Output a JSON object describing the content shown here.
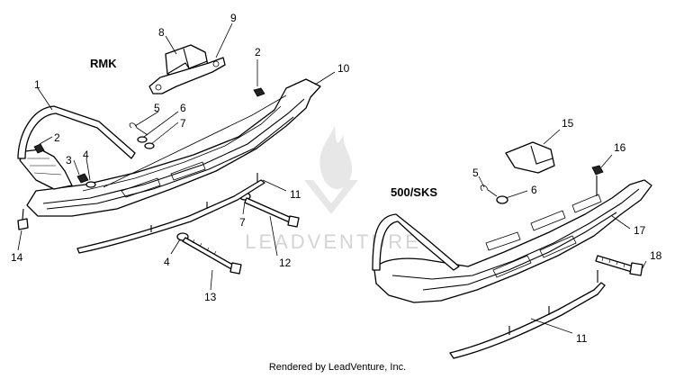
{
  "models": {
    "left": "RMK",
    "right": "500/SKS"
  },
  "callouts": {
    "left": [
      "1",
      "2",
      "2",
      "3",
      "4",
      "4",
      "5",
      "6",
      "7",
      "7",
      "8",
      "9",
      "10",
      "11",
      "12",
      "13",
      "14"
    ],
    "right": [
      "5",
      "6",
      "11",
      "15",
      "16",
      "17",
      "18"
    ]
  },
  "watermark": {
    "brand": "LEADVENTURE"
  },
  "footer": {
    "credit": "Rendered by LeadVenture, Inc."
  }
}
